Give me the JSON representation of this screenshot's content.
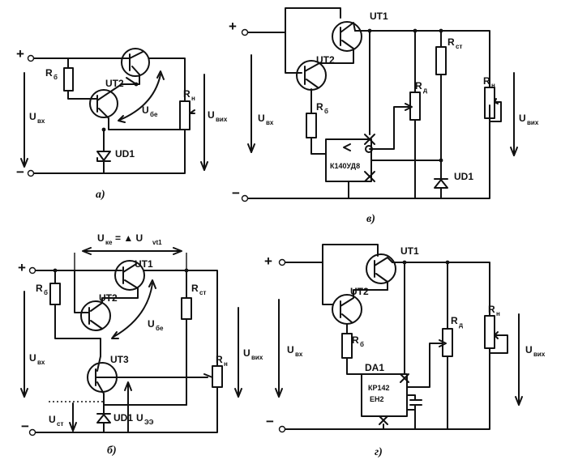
{
  "figures": {
    "a": {
      "caption": "а)",
      "plus": "+",
      "minus": "−",
      "rb": "R",
      "rb_sub": "б",
      "vt2": "UT2",
      "ube": "U",
      "ube_sub": "бе",
      "rn": "R",
      "rn_sub": "н",
      "uvx": "U",
      "uvx_sub": "вх",
      "uvyh": "U",
      "uvyh_sub": "вих",
      "vd1": "UD1"
    },
    "b": {
      "caption": "б)",
      "plus": "+",
      "minus": "−",
      "uke": "U",
      "uke_sub": "ке",
      "uke_eq": "= ▲ U",
      "uke_vt": "vt1",
      "vt1": "UT1",
      "vt2": "UT2",
      "vt3": "UT3",
      "rb": "R",
      "rb_sub": "б",
      "rst": "R",
      "rst_sub": "ст",
      "ube": "U",
      "ube_sub": "бе",
      "uvx": "U",
      "uvx_sub": "вх",
      "uvyh": "U",
      "uvyh_sub": "вих",
      "rn": "R",
      "rn_sub": "н",
      "ust": "U",
      "ust_sub": "ст",
      "vd1": "UD1",
      "uee": "U",
      "uee_sub": "ЭЭ"
    },
    "v": {
      "caption": "в)",
      "plus": "+",
      "minus": "−",
      "vt1": "UT1",
      "vt2": "UT2",
      "rst": "R",
      "rst_sub": "ст",
      "rd": "R",
      "rd_sub": "д",
      "rn": "R",
      "rn_sub": "н",
      "uvx": "U",
      "uvx_sub": "вх",
      "uvyh": "U",
      "uvyh_sub": "вих",
      "rb": "R",
      "rb_sub": "б",
      "opamp": "К140УД8",
      "vd1": "UD1"
    },
    "g": {
      "caption": "г)",
      "plus": "+",
      "minus": "−",
      "vt1": "UT1",
      "vt2": "UT2",
      "rd": "R",
      "rd_sub": "д",
      "rn": "R",
      "rn_sub": "н",
      "uvx": "U",
      "uvx_sub": "вх",
      "uvyh": "U",
      "uvyh_sub": "вих",
      "rb": "R",
      "rb_sub": "б",
      "da1": "DA1",
      "chip1": "КР142",
      "chip2": "ЕН2"
    }
  }
}
